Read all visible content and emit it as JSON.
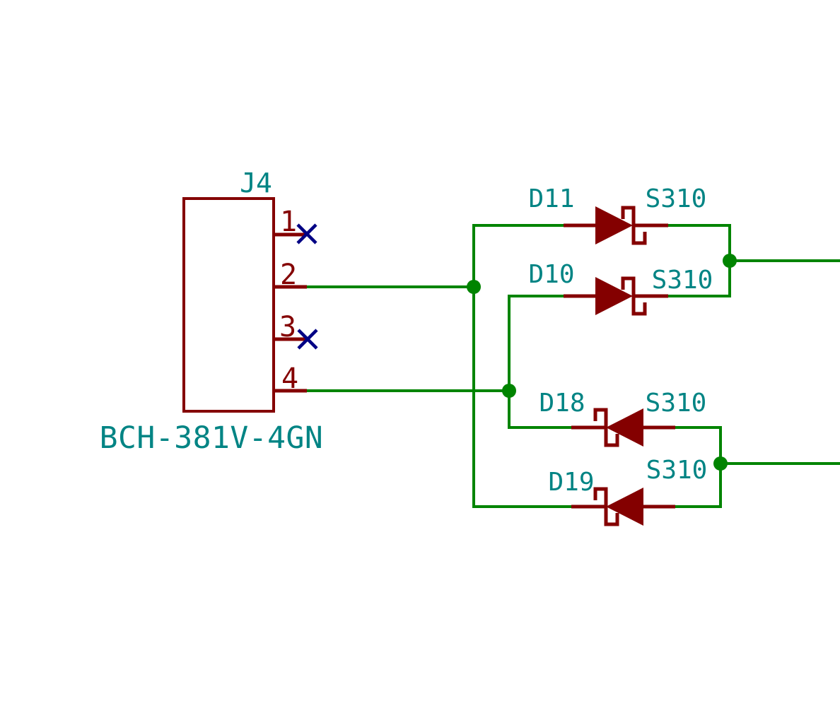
{
  "colors": {
    "wire": "#008400",
    "component_outline": "#840000",
    "label_text": "#008484",
    "no_connect": "#000084",
    "background": "#ffffff"
  },
  "connector": {
    "reference": "J4",
    "part_number": "BCH-381V-4GN",
    "pins": [
      {
        "number": "1",
        "connection": "no-connect"
      },
      {
        "number": "2",
        "connection": "wire"
      },
      {
        "number": "3",
        "connection": "no-connect"
      },
      {
        "number": "4",
        "connection": "wire"
      }
    ]
  },
  "diodes": [
    {
      "reference": "D11",
      "value": "S310",
      "orientation": "right"
    },
    {
      "reference": "D10",
      "value": "S310",
      "orientation": "right"
    },
    {
      "reference": "D18",
      "value": "S310",
      "orientation": "left"
    },
    {
      "reference": "D19",
      "value": "S310",
      "orientation": "left"
    }
  ]
}
